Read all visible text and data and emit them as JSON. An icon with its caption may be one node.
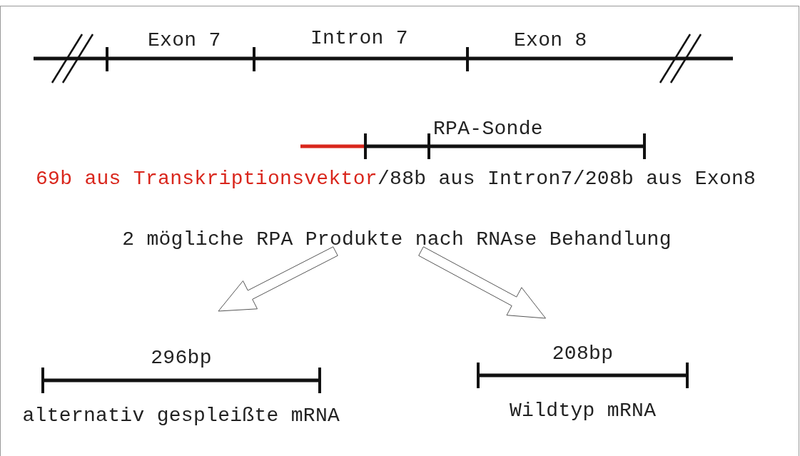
{
  "diagram": {
    "nodes": [
      {
        "text": [
          "2 mögliche RPA Produkte nach RNAse Behandlung"
        ]
      },
      {
        "text": [
          "296bp"
        ],
        "beside": [
          "alternativ gespleißte mRNA"
        ]
      },
      {
        "text": [
          "208bp"
        ],
        "beside": [
          "Wildtyp mRNA"
        ]
      }
    ],
    "edges": [
      {
        "from": 0,
        "to": 1,
        "arrow": "to"
      },
      {
        "from": 0,
        "to": 2,
        "arrow": "to"
      }
    ],
    "labels": [
      "Exon 7",
      "Intron 7",
      "Exon 8",
      "RPA-Sonde",
      "69b aus Transkriptionsvektor",
      "/88b aus Intron7/208b aus Exon8"
    ]
  }
}
